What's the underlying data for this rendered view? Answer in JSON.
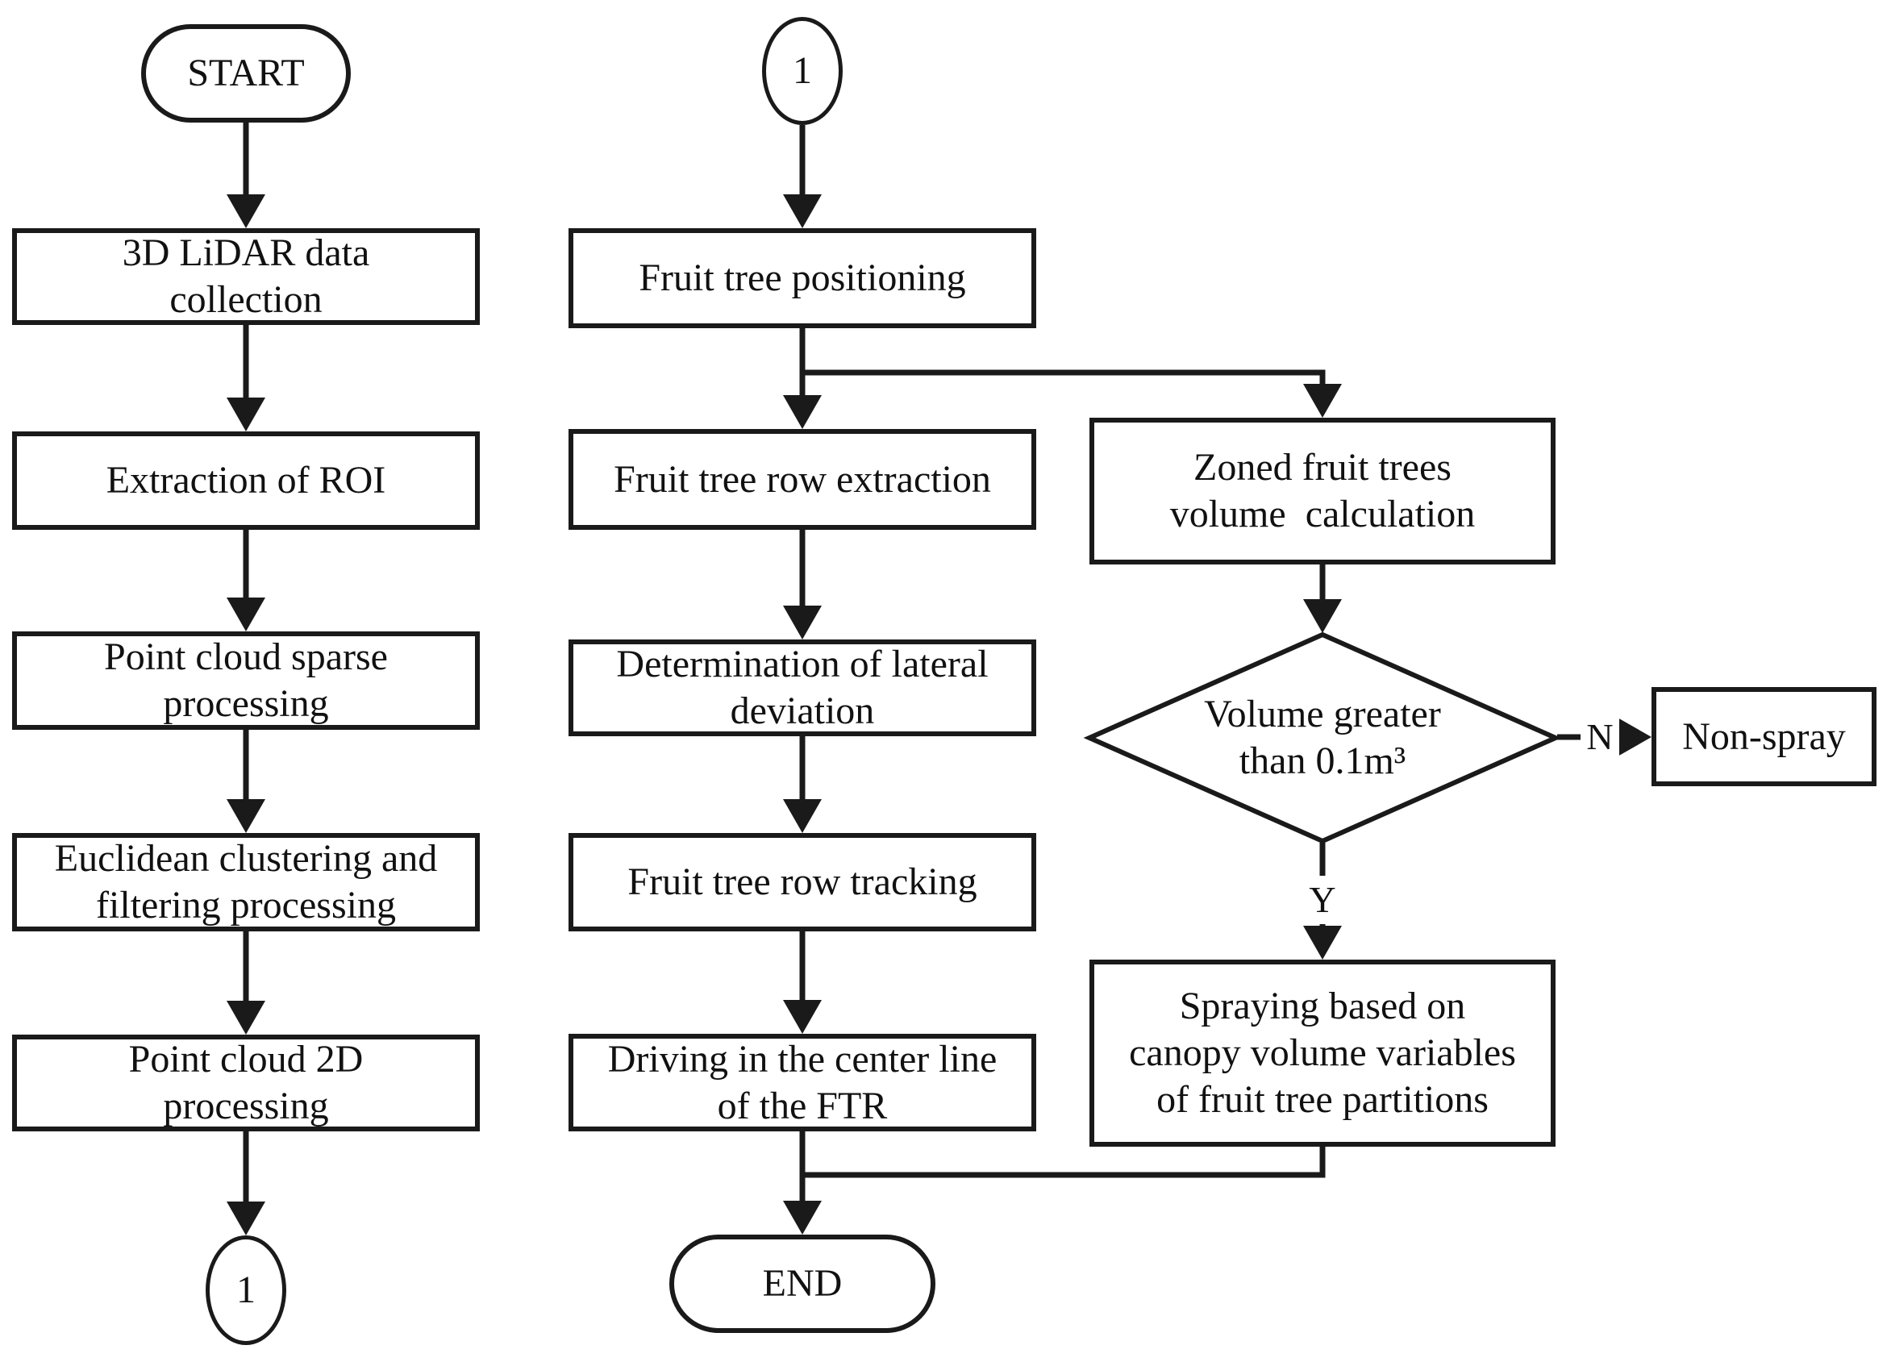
{
  "colors": {
    "line": "#1a1a1a",
    "text": "#111111",
    "node_fill": "#ffffff",
    "background": "#ffffff"
  },
  "nodes": {
    "start": {
      "label": "START"
    },
    "lidar_collection": {
      "lines": [
        "3D LiDAR data",
        "collection"
      ]
    },
    "roi_extraction": {
      "label": "Extraction of ROI"
    },
    "sparse_processing": {
      "lines": [
        "Point cloud sparse",
        "processing"
      ]
    },
    "euclidean_clustering": {
      "lines": [
        "Euclidean clustering and",
        "filtering processing"
      ]
    },
    "cloud_2d_processing": {
      "lines": [
        "Point cloud 2D",
        "processing"
      ]
    },
    "connector_left": {
      "label": "1"
    },
    "connector_top": {
      "label": "1"
    },
    "fruit_tree_positioning": {
      "label": "Fruit tree positioning"
    },
    "row_extraction": {
      "label": "Fruit tree row extraction"
    },
    "lateral_deviation": {
      "lines": [
        "Determination of lateral",
        "deviation"
      ]
    },
    "row_tracking": {
      "label": "Fruit tree row tracking"
    },
    "driving_centerline": {
      "lines": [
        "Driving in the center line",
        "of the FTR"
      ]
    },
    "end": {
      "label": "END"
    },
    "zoned_volume": {
      "lines": [
        "Zoned fruit trees",
        "volume  calculation"
      ]
    },
    "volume_decision": {
      "lines": [
        "Volume greater",
        "than 0.1m³"
      ]
    },
    "non_spray": {
      "label": "Non-spray"
    },
    "spraying": {
      "lines": [
        "Spraying based on",
        "canopy volume variables",
        "of fruit tree partitions"
      ]
    }
  },
  "edge_labels": {
    "yes": "Y",
    "no": "N"
  }
}
